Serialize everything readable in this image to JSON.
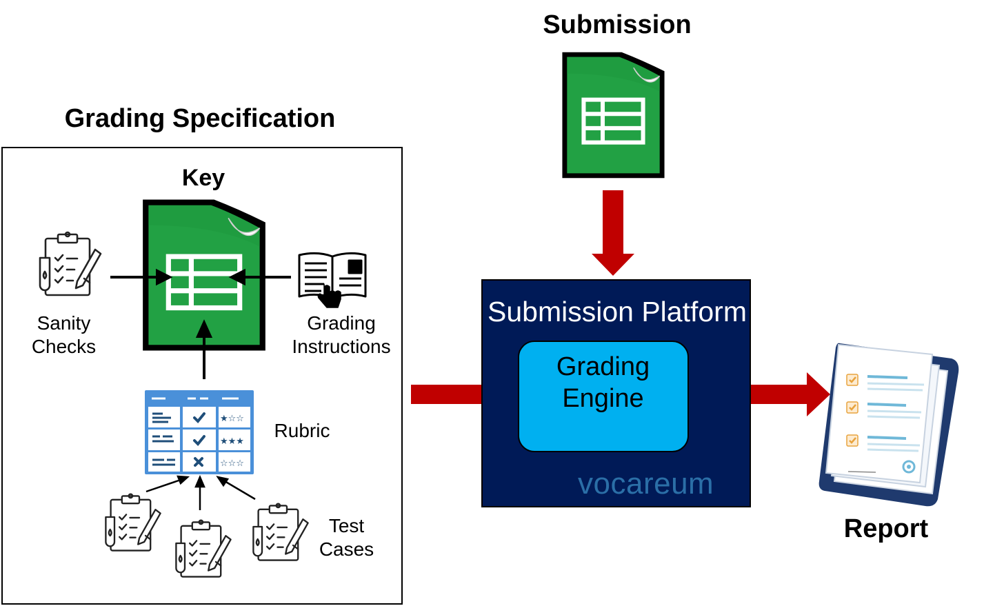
{
  "grading_specification": {
    "title": "Grading Specification",
    "key_label": "Key",
    "sanity_checks_label": "Sanity\nChecks",
    "grading_instructions_label": "Grading\nInstructions",
    "rubric_label": "Rubric",
    "test_cases_label": "Test\nCases"
  },
  "submission": {
    "title": "Submission"
  },
  "platform": {
    "title": "Submission Platform",
    "engine_label": "Grading\nEngine",
    "logo_text": "vocareum"
  },
  "report": {
    "label": "Report"
  },
  "colors": {
    "arrow_red": "#c00000",
    "spreadsheet_green": "#22a144",
    "platform_navy": "#001a57",
    "engine_blue": "#00b0f0",
    "rubric_blue": "#4a90d9",
    "logo_blue": "#2b6fa7"
  },
  "icons": {
    "key": "spreadsheet-icon",
    "submission": "spreadsheet-icon",
    "sanity_checks": "clipboard-checklist-icon",
    "grading_instructions": "open-book-pointer-icon",
    "rubric": "rubric-table-icon",
    "test_cases": "clipboard-checklist-icon",
    "report": "report-documents-icon"
  }
}
